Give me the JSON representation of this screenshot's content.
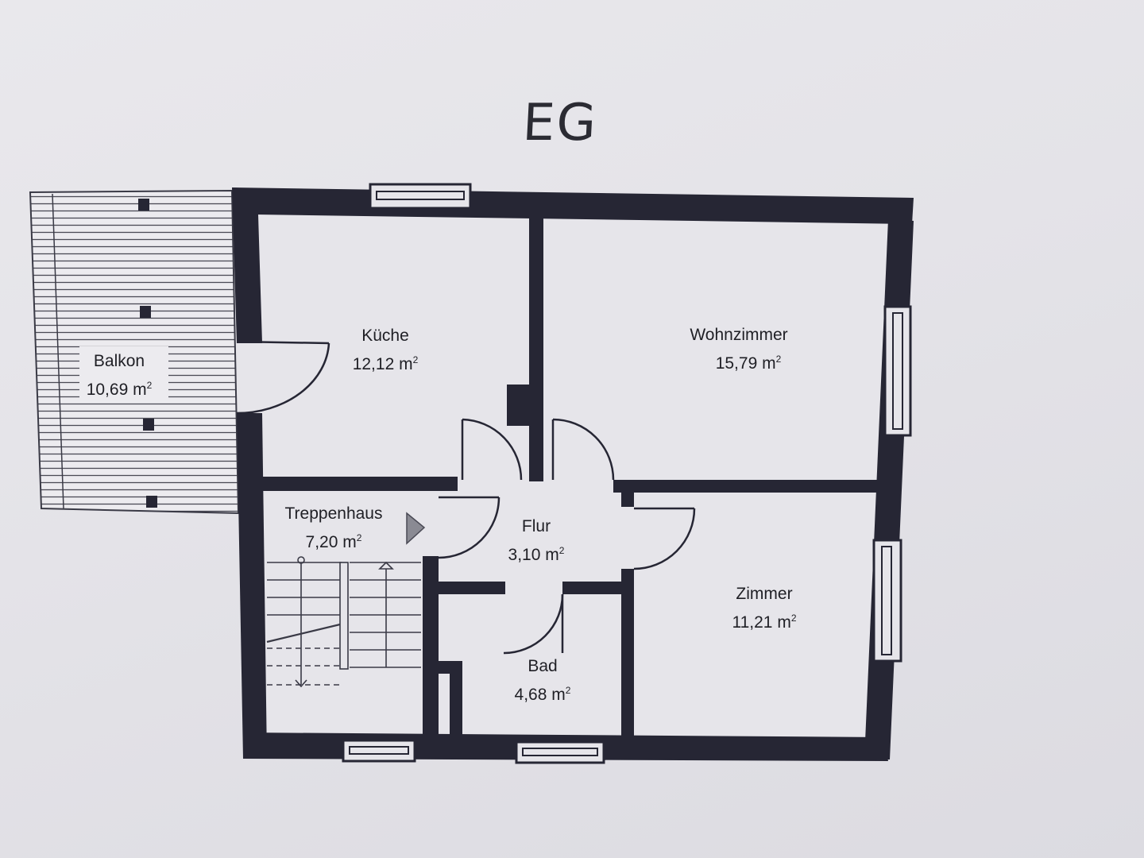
{
  "plan": {
    "title": "EG",
    "area_unit": "m",
    "area_exponent": "2"
  },
  "rooms": [
    {
      "id": "balkon",
      "name": "Balkon",
      "area": "10,69"
    },
    {
      "id": "kueche",
      "name": "Küche",
      "area": "12,12"
    },
    {
      "id": "wohnzimmer",
      "name": "Wohnzimmer",
      "area": "15,79"
    },
    {
      "id": "treppenhaus",
      "name": "Treppenhaus",
      "area": "7,20"
    },
    {
      "id": "flur",
      "name": "Flur",
      "area": "3,10"
    },
    {
      "id": "zimmer",
      "name": "Zimmer",
      "area": "11,21"
    },
    {
      "id": "bad",
      "name": "Bad",
      "area": "4,68"
    }
  ],
  "colors": {
    "wall": "#262634",
    "line": "#3a3a46",
    "paper": "#e6e5ea",
    "balcony": "#ecebef",
    "text": "#1f1f25"
  }
}
